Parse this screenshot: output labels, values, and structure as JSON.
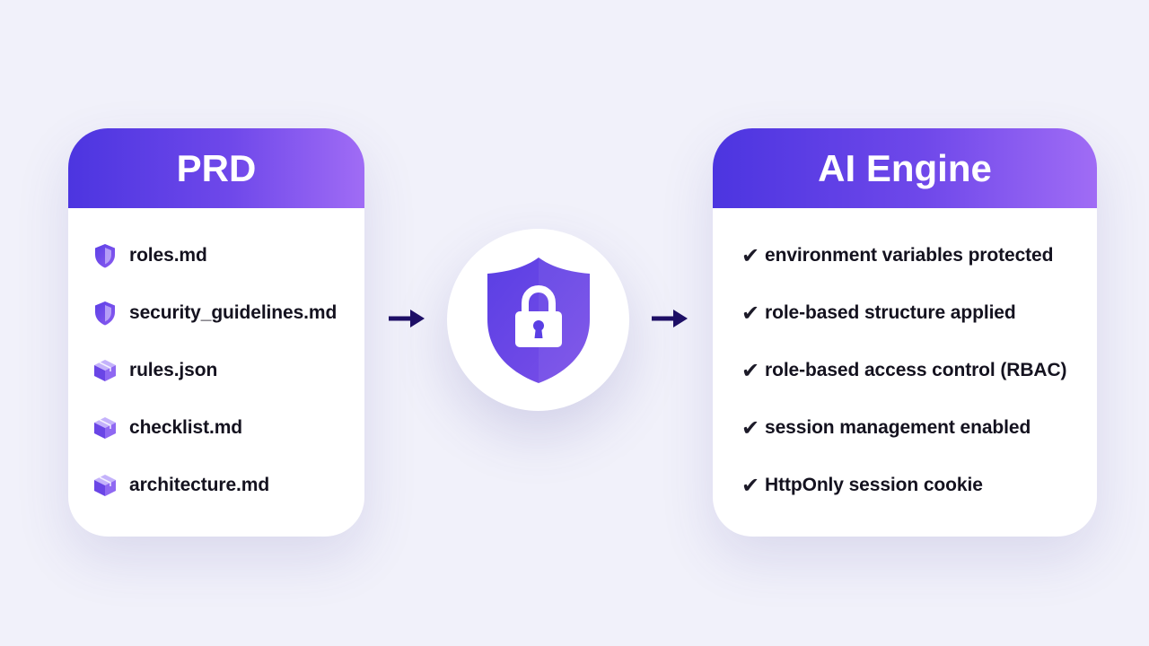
{
  "prd": {
    "title": "PRD",
    "files": [
      {
        "name": "roles.md",
        "icon": "shield-icon"
      },
      {
        "name": "security_guidelines.md",
        "icon": "shield-icon"
      },
      {
        "name": "rules.json",
        "icon": "cube-icon"
      },
      {
        "name": "checklist.md",
        "icon": "cube-icon"
      },
      {
        "name": "architecture.md",
        "icon": "cube-icon"
      }
    ]
  },
  "center": {
    "icon": "shield-lock-icon"
  },
  "ai_engine": {
    "title": "AI Engine",
    "check_mark": "✔",
    "items": [
      "environment variables protected",
      "role-based structure applied",
      "role-based access control (RBAC)",
      "session management enabled",
      "HttpOnly session cookie"
    ]
  },
  "colors": {
    "background": "#f1f1fa",
    "gradient_start": "#4c35e0",
    "gradient_end": "#a06cf5",
    "arrow": "#1e0f66",
    "icon_purple": "#7a55ea"
  }
}
